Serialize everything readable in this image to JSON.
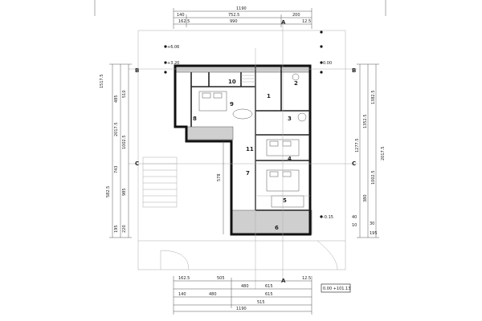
{
  "drawing": {
    "dims_top": [
      "1190",
      "140",
      "752.5",
      "162.5",
      "990",
      "200",
      "12.5"
    ],
    "dims_bottom": [
      "162.5",
      "505",
      "480",
      "615",
      "12.5",
      "140",
      "480",
      "615",
      "515",
      "1190"
    ],
    "dims_left": [
      "1517.5",
      "485",
      "2017.5",
      "510",
      "1002.5",
      "743",
      "985",
      "582.5",
      "195",
      "220"
    ],
    "dims_right": [
      "2017.5",
      "1382.5",
      "1352.5",
      "1277.5",
      "1002.5",
      "380",
      "40",
      "10",
      "30",
      "195"
    ],
    "interior_dim": "578",
    "axis_labels": {
      "b": "B",
      "c": "C",
      "a": "A"
    },
    "rooms": [
      "1",
      "2",
      "3",
      "4",
      "5",
      "6",
      "7",
      "8",
      "9",
      "10",
      "11"
    ],
    "level_tag": "0.00 +101.13",
    "level_marks": [
      "+6.06",
      "+3.20",
      "0.00",
      "-0.15"
    ]
  }
}
